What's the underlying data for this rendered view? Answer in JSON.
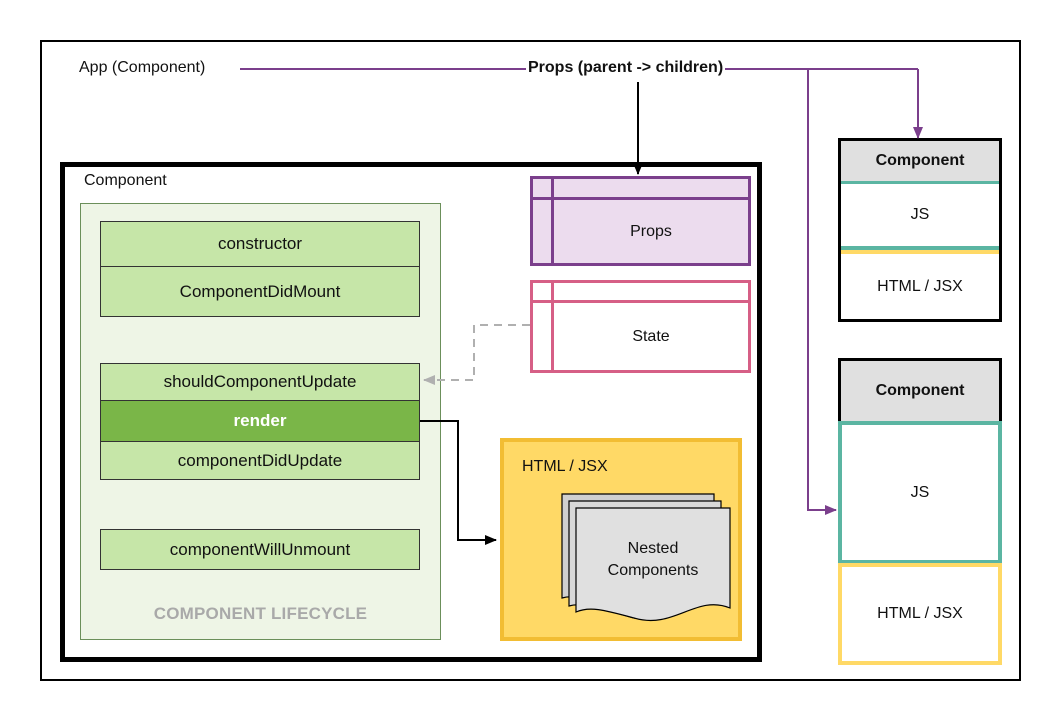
{
  "app_label": "App (Component)",
  "props_flow_label": "Props (parent -> children)",
  "main_component": {
    "title": "Component",
    "lifecycle": {
      "mount_methods": [
        "constructor",
        "ComponentDidMount"
      ],
      "update_methods": [
        "shouldComponentUpdate",
        "render",
        "componentDidUpdate"
      ],
      "unmount_method": "componentWillUnmount",
      "caption": "COMPONENT LIFECYCLE"
    },
    "props_label": "Props",
    "state_label": "State",
    "html_jsx": {
      "title": "HTML / JSX",
      "nested_label_line1": "Nested",
      "nested_label_line2": "Components"
    }
  },
  "child_components": [
    {
      "title": "Component",
      "js_label": "JS",
      "html_label": "HTML / JSX"
    },
    {
      "title": "Component",
      "js_label": "JS",
      "html_label": "HTML / JSX"
    }
  ],
  "colors": {
    "props_arrow": "#7b3f8c",
    "lifecycle_fill": "#c6e6a8",
    "render_fill": "#7ab648",
    "props_fill": "#ecdcee",
    "state_border": "#d65f86",
    "jsx_fill": "#ffd966",
    "js_border": "#5bb5a2",
    "html_border": "#ffd966"
  }
}
